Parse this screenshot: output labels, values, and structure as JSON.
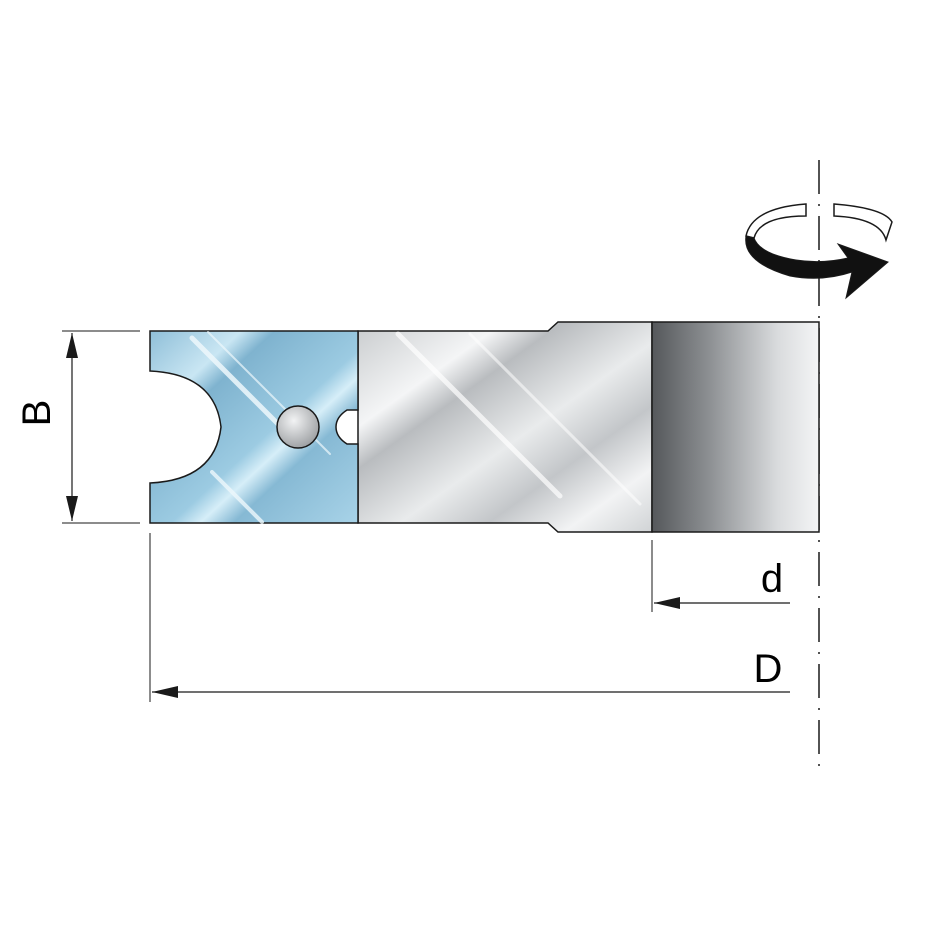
{
  "labels": {
    "width_B": "B",
    "bore_d": "d",
    "outer_D": "D"
  },
  "colors": {
    "cutter_blue": "#a9d4e8",
    "steel_light": "#e6e8ea",
    "hub_dark": "#6b6e71",
    "line": "#1a1a1a"
  },
  "icons": {
    "rotation": "rotation-arrow-icon"
  }
}
